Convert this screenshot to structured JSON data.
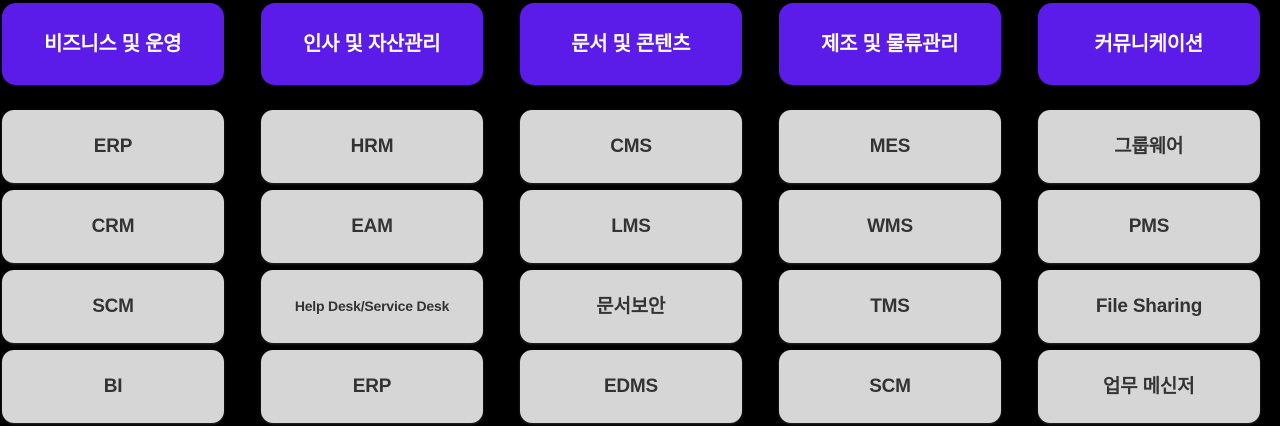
{
  "diagram": {
    "title_present": false,
    "background_color": "#000000",
    "header_color": "#5B1BE8",
    "header_text_color": "#FFFFFF",
    "card_color": "#D6D6D6",
    "card_text_color": "#333333",
    "columns": [
      {
        "header": "비즈니스 및 운영",
        "items": [
          {
            "label": "ERP",
            "size": "normal"
          },
          {
            "label": "CRM",
            "size": "normal"
          },
          {
            "label": "SCM",
            "size": "normal"
          },
          {
            "label": "BI",
            "size": "normal"
          }
        ]
      },
      {
        "header": "인사 및 자산관리",
        "items": [
          {
            "label": "HRM",
            "size": "normal"
          },
          {
            "label": "EAM",
            "size": "normal"
          },
          {
            "label": "Help Desk/Service Desk",
            "size": "small"
          },
          {
            "label": "ERP",
            "size": "normal"
          }
        ]
      },
      {
        "header": "문서 및 콘텐츠",
        "items": [
          {
            "label": "CMS",
            "size": "normal"
          },
          {
            "label": "LMS",
            "size": "normal"
          },
          {
            "label": "문서보안",
            "size": "normal"
          },
          {
            "label": "EDMS",
            "size": "normal"
          }
        ]
      },
      {
        "header": "제조 및 물류관리",
        "items": [
          {
            "label": "MES",
            "size": "normal"
          },
          {
            "label": "WMS",
            "size": "normal"
          },
          {
            "label": "TMS",
            "size": "normal"
          },
          {
            "label": "SCM",
            "size": "normal"
          }
        ]
      },
      {
        "header": "커뮤니케이션",
        "items": [
          {
            "label": "그룹웨어",
            "size": "normal"
          },
          {
            "label": "PMS",
            "size": "normal"
          },
          {
            "label": "File Sharing",
            "size": "normal"
          },
          {
            "label": "업무 메신저",
            "size": "normal"
          }
        ]
      }
    ]
  }
}
